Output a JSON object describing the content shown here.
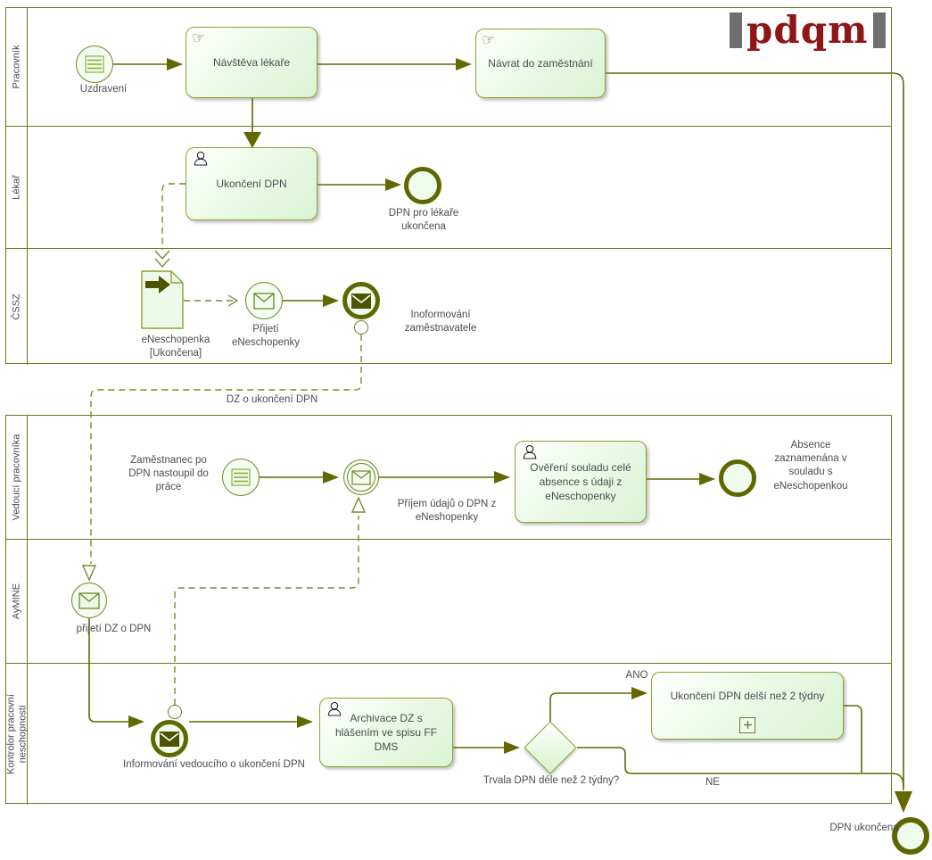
{
  "logo": {
    "text": "pdqm"
  },
  "colors": {
    "flow_olive": "#636800",
    "message_green": "#7a8a2c",
    "shape_border": "#8ca22f",
    "shape_fill": "#d9f3d2",
    "pool_border": "#72761f",
    "logo_red": "#8e1616",
    "logo_gray": "#6f6f6f"
  },
  "pools": [
    {
      "lanes": [
        {
          "label": "Pracovník"
        },
        {
          "label": "Lékař"
        },
        {
          "label": "ČSSZ"
        }
      ]
    },
    {
      "lanes": [
        {
          "label": "Vedoucí pracovníka"
        },
        {
          "label": "AyMINE"
        },
        {
          "label": "Kontrolor pracovní neschopnosti"
        }
      ]
    }
  ],
  "nodes": {
    "uzdraveni": {
      "label": "Uzdravení"
    },
    "navsteva_lekare": {
      "label": "Návštěva lékaře"
    },
    "navrat_do_zamestnani": {
      "label": "Návrat do zaměstnání"
    },
    "ukonceni_dpn": {
      "label": "Ukončení DPN"
    },
    "dpn_pro_lekare_ukoncena": {
      "label": "DPN pro lékaře ukončena"
    },
    "eneschopenka": {
      "label": "eNeschopenka [Ukončena]"
    },
    "prijeti_eneschopenky": {
      "label": "Přijetí eNeschopenky"
    },
    "informovani_zamestnavatele": {
      "label": "Inoformování zaměstnavatele"
    },
    "zamestnanec_nastoupil": {
      "label": "Zaměstnanec po DPN nastoupil do práce"
    },
    "prijem_udaju": {
      "label": "Příjem údajů o DPN z eNeshopenky"
    },
    "overeni_souladu": {
      "label": "Ověření souladu celé absence s údaji z eNeschopenky"
    },
    "absence_zaznamenana": {
      "label": "Absence zaznamenána v souladu s eNeschopenkou"
    },
    "prijeti_dz": {
      "label": "přijetí DZ o DPN"
    },
    "informovani_vedouciho": {
      "label": "Informování vedoucího o ukončení DPN"
    },
    "archivace": {
      "label": "Archivace  DZ s hlášením ve spisu FF DMS"
    },
    "trvala_dpn": {
      "label": "Trvala DPN déle než 2 týdny?"
    },
    "ukonceni_delsi": {
      "label": "Ukončení DPN delší než 2 týdny"
    },
    "dpn_ukoncena": {
      "label": "DPN ukončena"
    }
  },
  "edges": {
    "dz_o_ukonceni_dpn": {
      "label": "DZ o ukončení DPN"
    },
    "ano": {
      "label": "ANO"
    },
    "ne": {
      "label": "NE"
    }
  }
}
